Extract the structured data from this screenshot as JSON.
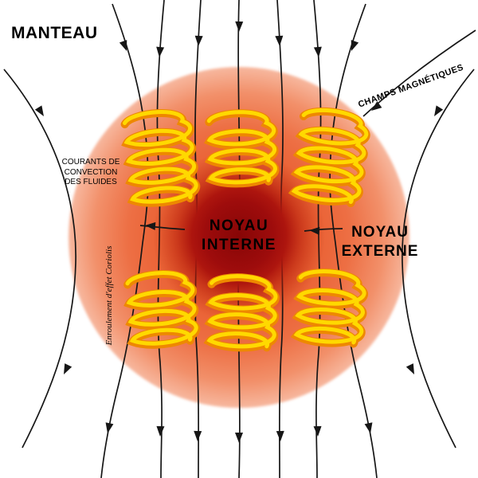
{
  "diagram": {
    "background": "#ffffff",
    "labels": {
      "mantle": "MANTEAU",
      "magnetic_fields": "CHAMPS MAGNÉTIQUES",
      "convection": {
        "line1": "COURANTS DE",
        "line2": "CONVECTION",
        "line3": "DES FLUIDES"
      },
      "inner_core": {
        "line1": "NOYAU",
        "line2": "INTERNE"
      },
      "outer_core": {
        "line1": "NOYAU",
        "line2": "EXTERNE"
      },
      "coriolis": "Enroulement d'effet Coriolis"
    },
    "colors": {
      "outer_core_center": "#e04a20",
      "outer_core_edge": "#f7b89f",
      "inner_core": "#8f0909",
      "coil_highlight": "#ffd900",
      "coil_shadow": "#ee8800",
      "field_lines": "#161616",
      "text": "#000000"
    }
  }
}
